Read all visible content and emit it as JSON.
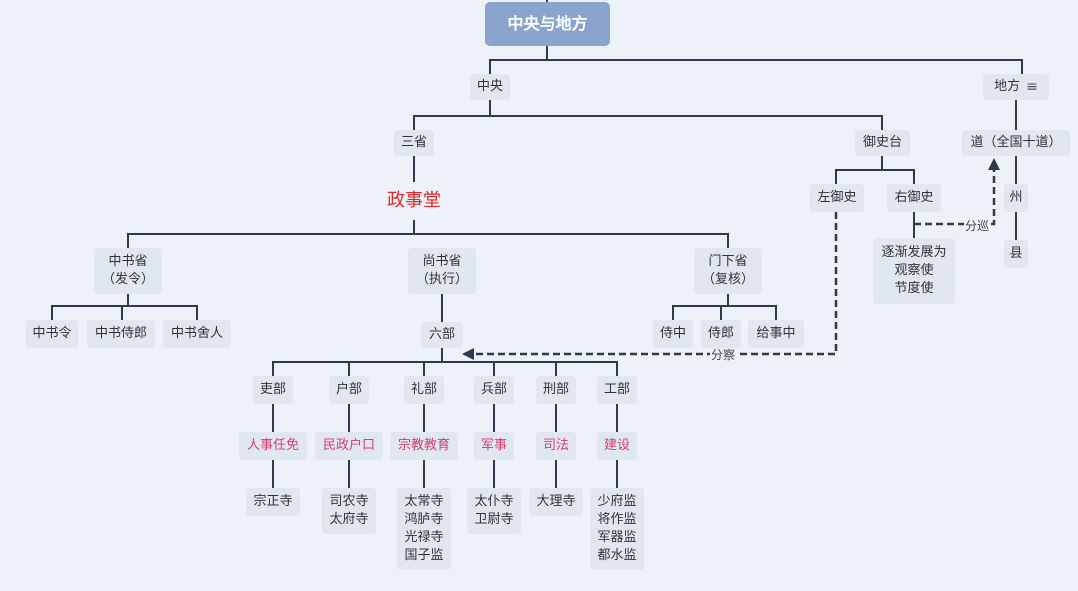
{
  "diagram": {
    "root": "中央与地方",
    "central": "中央",
    "local": "地方",
    "local_icon": "notes-icon",
    "three_depts": "三省",
    "censorate": "御史台",
    "zhengshitang": "政事堂",
    "zhongshu": "中书省\n（发令）",
    "shangshu": "尚书省\n（执行）",
    "menxia": "门下省\n（复核）",
    "zhongshu_children": [
      "中书令",
      "中书侍郎",
      "中书舍人"
    ],
    "liubu": "六部",
    "menxia_children": [
      "侍中",
      "侍郎",
      "给事中"
    ],
    "left_censor": "左御史",
    "right_censor": "右御史",
    "right_censor_note": "逐渐发展为\n观察使\n节度使",
    "dao": "道（全国十道）",
    "zhou": "州",
    "xian": "县",
    "ministries": [
      {
        "name": "吏部",
        "duty": "人事任免",
        "offices": "宗正寺"
      },
      {
        "name": "户部",
        "duty": "民政户口",
        "offices": "司农寺\n太府寺"
      },
      {
        "name": "礼部",
        "duty": "宗教教育",
        "offices": "太常寺\n鸿胪寺\n光禄寺\n国子监"
      },
      {
        "name": "兵部",
        "duty": "军事",
        "offices": "太仆寺\n卫尉寺"
      },
      {
        "name": "刑部",
        "duty": "司法",
        "offices": "大理寺"
      },
      {
        "name": "工部",
        "duty": "建设",
        "offices": "少府监\n将作监\n军器监\n都水监"
      }
    ],
    "link_fencha": "分察",
    "link_fenxun": "分巡",
    "colors": {
      "root_fill": "#8ba4cc",
      "node_fill": "#e1e7f0",
      "line": "#2e3a50",
      "accent_red": "#e0262a",
      "accent_pink": "#d43f6e",
      "background": "#edf2f8"
    }
  }
}
